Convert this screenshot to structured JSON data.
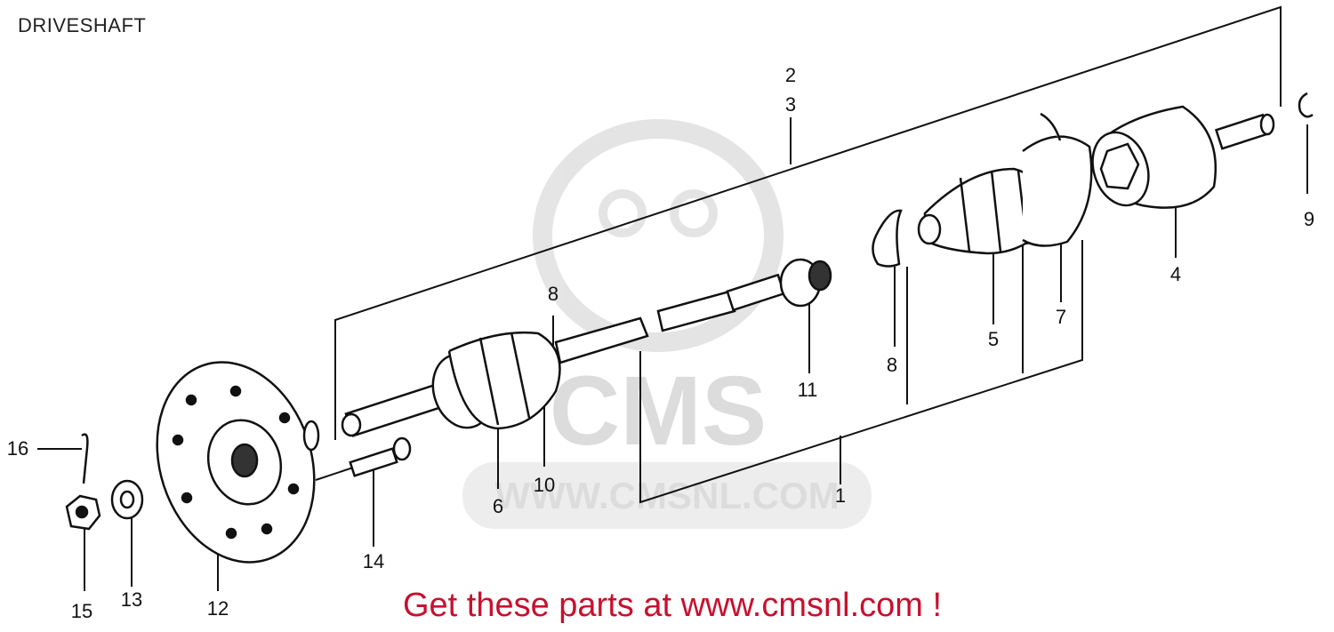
{
  "title": "DRIVESHAFT",
  "promo": "Get these parts at www.cmsnl.com !",
  "watermark": {
    "logo": "CMS",
    "url": "WWW.CMSNL.COM"
  },
  "colors": {
    "line": "#111111",
    "promo": "#c8102e",
    "watermark": "#d9d9d9"
  },
  "callouts": [
    "1",
    "2",
    "3",
    "4",
    "5",
    "6",
    "7",
    "8",
    "8",
    "9",
    "10",
    "11",
    "12",
    "13",
    "14",
    "15",
    "16"
  ]
}
